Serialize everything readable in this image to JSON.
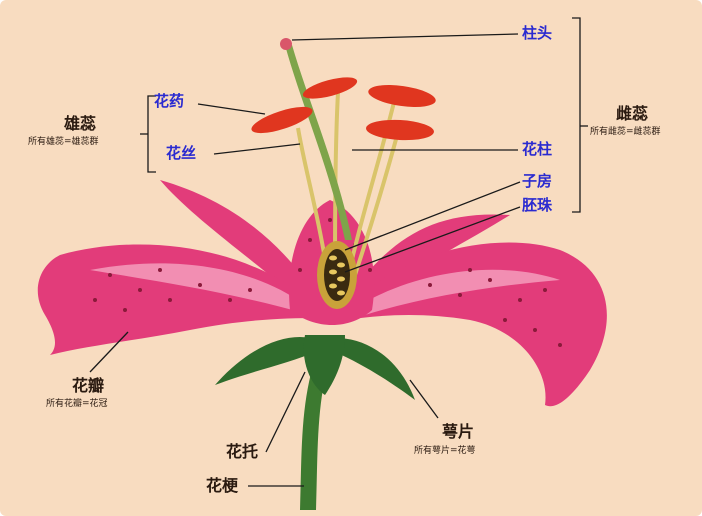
{
  "colors": {
    "background": "#f8dcc0",
    "petal": "#e23c7a",
    "petal_light": "#f7a9c6",
    "anther": "#e0361f",
    "filament": "#d9c46a",
    "style": "#7ea44a",
    "sepal": "#2f6b2c",
    "stem": "#3d7a30",
    "label_blue": "#2a2ad0",
    "label_black": "#2a1a10",
    "leader_line": "#1a1a1a"
  },
  "labels": {
    "stigma": "柱头",
    "anther": "花药",
    "filament": "花丝",
    "style": "花柱",
    "ovary": "子房",
    "ovule": "胚珠",
    "stamen": "雄蕊",
    "stamen_note": "所有雄蕊=雄蕊群",
    "pistil": "雌蕊",
    "pistil_note": "所有雌蕊=雌蕊群",
    "petal": "花瓣",
    "petal_note": "所有花瓣=花冠",
    "receptacle": "花托",
    "sepal": "萼片",
    "sepal_note": "所有萼片=花萼",
    "pedicel": "花梗"
  }
}
